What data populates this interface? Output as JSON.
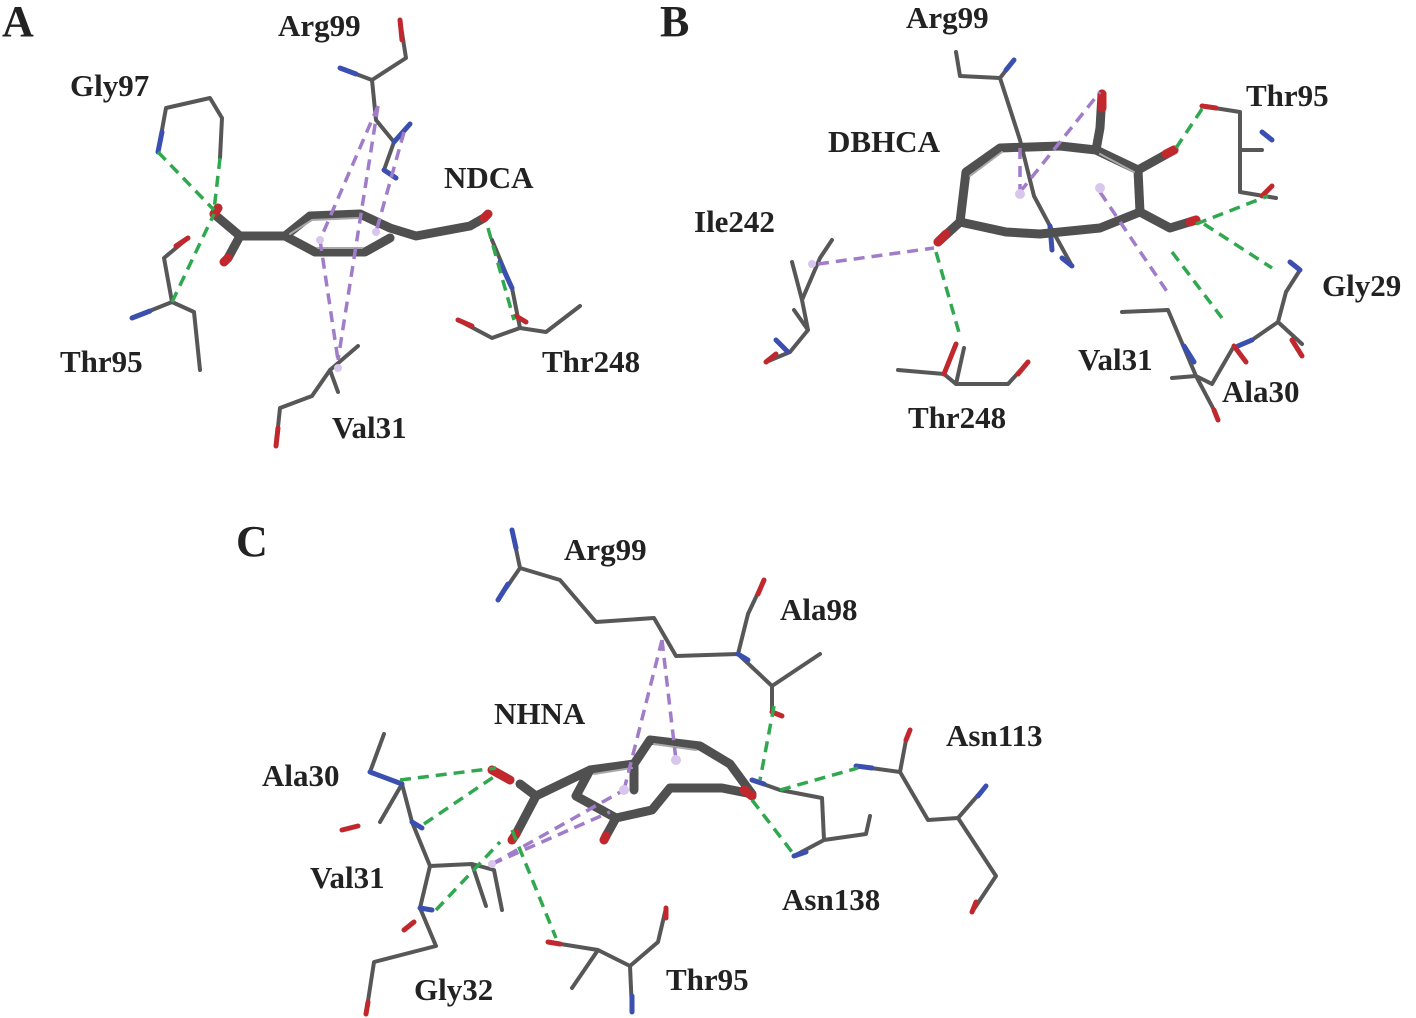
{
  "panels": [
    {
      "letter": "A",
      "ligand": "NDCA",
      "residues": [
        "Arg99",
        "Gly97",
        "Thr95",
        "Thr248",
        "Val31"
      ]
    },
    {
      "letter": "B",
      "ligand": "DBHCA",
      "residues": [
        "Arg99",
        "Thr95",
        "Ile242",
        "Gly29",
        "Val31",
        "Ala30",
        "Thr248"
      ]
    },
    {
      "letter": "C",
      "ligand": "NHNA",
      "residues": [
        "Arg99",
        "Ala98",
        "Asn113",
        "Ala30",
        "Val31",
        "Asn138",
        "Gly32",
        "Thr95"
      ]
    }
  ],
  "colors": {
    "carbon": "#575757",
    "oxygen": "#c0282e",
    "nitrogen": "#3a4fb0",
    "hydrogen_bond": "#2fa84f",
    "pi_interaction": "#a07cc9"
  }
}
